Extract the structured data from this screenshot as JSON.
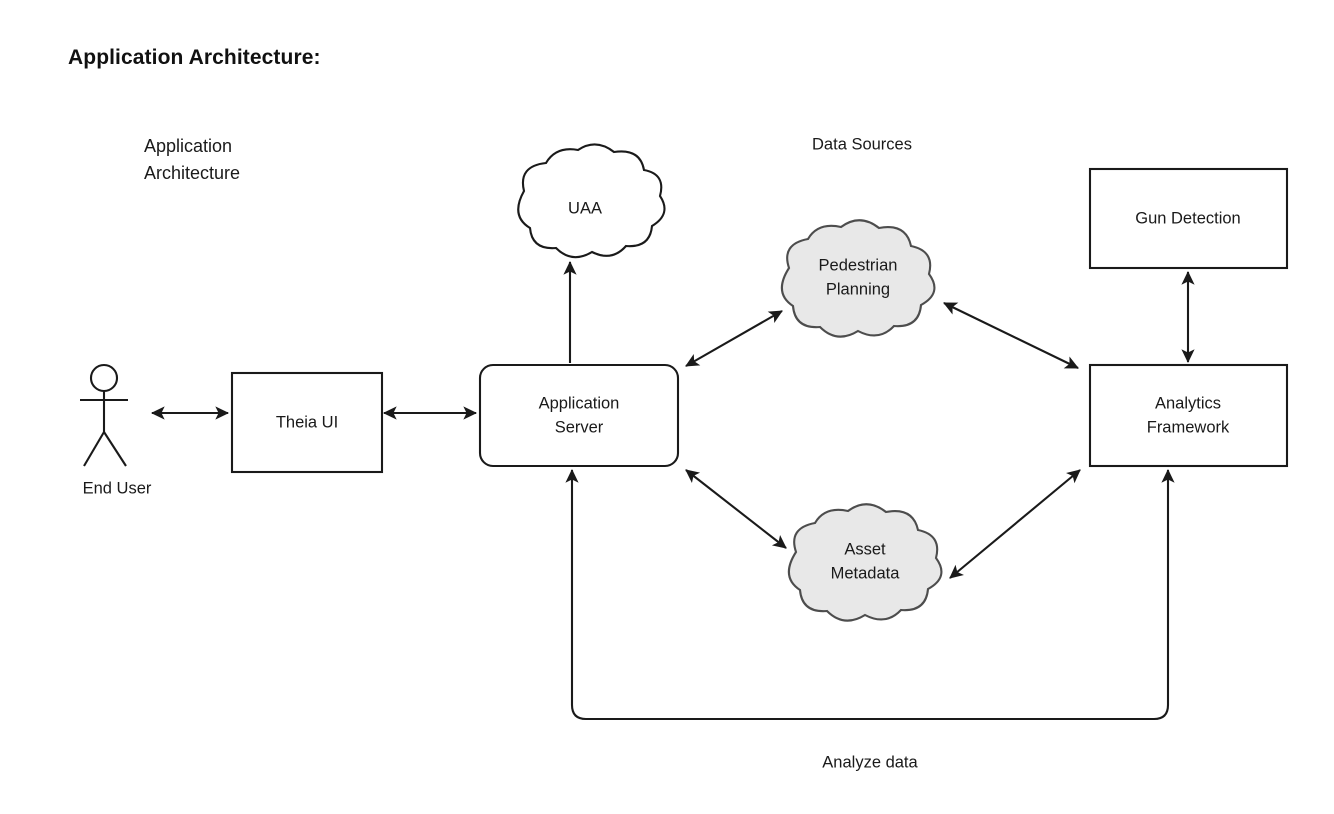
{
  "document": {
    "heading": "Application Architecture:"
  },
  "diagram": {
    "title_line1": "Application",
    "title_line2": "Architecture",
    "group_label": "Data Sources",
    "feedback_label": "Analyze data",
    "actor": {
      "label": "End User",
      "icon": "stick-figure-actor-icon"
    },
    "nodes": {
      "theia_ui": {
        "label": "Theia UI",
        "shape": "rectangle"
      },
      "application_server": {
        "label_line1": "Application",
        "label_line2": "Server",
        "shape": "rounded-rectangle"
      },
      "uaa": {
        "label": "UAA",
        "shape": "cloud"
      },
      "pedestrian_planning": {
        "label_line1": "Pedestrian",
        "label_line2": "Planning",
        "shape": "cloud"
      },
      "asset_metadata": {
        "label_line1": "Asset",
        "label_line2": "Metadata",
        "shape": "cloud"
      },
      "gun_detection": {
        "label": "Gun Detection",
        "shape": "rectangle"
      },
      "analytics_framework": {
        "label_line1": "Analytics",
        "label_line2": "Framework",
        "shape": "rectangle"
      }
    },
    "edges": [
      {
        "from": "End User",
        "to": "Theia UI",
        "direction": "bidirectional"
      },
      {
        "from": "Theia UI",
        "to": "Application Server",
        "direction": "bidirectional"
      },
      {
        "from": "Application Server",
        "to": "UAA",
        "direction": "unidirectional"
      },
      {
        "from": "Application Server",
        "to": "Pedestrian Planning",
        "direction": "bidirectional"
      },
      {
        "from": "Pedestrian Planning",
        "to": "Analytics Framework",
        "direction": "bidirectional"
      },
      {
        "from": "Application Server",
        "to": "Asset Metadata",
        "direction": "bidirectional"
      },
      {
        "from": "Asset Metadata",
        "to": "Analytics Framework",
        "direction": "bidirectional"
      },
      {
        "from": "Gun Detection",
        "to": "Analytics Framework",
        "direction": "bidirectional"
      },
      {
        "from": "Analytics Framework",
        "to": "Application Server",
        "direction": "bidirectional",
        "label": "Analyze data"
      }
    ],
    "colors": {
      "stroke": "#1a1a1a",
      "cloud_shaded_fill": "#e8e8e8",
      "cloud_shaded_stroke": "#4d4d4d",
      "node_fill": "#ffffff",
      "background": "#ffffff"
    }
  }
}
